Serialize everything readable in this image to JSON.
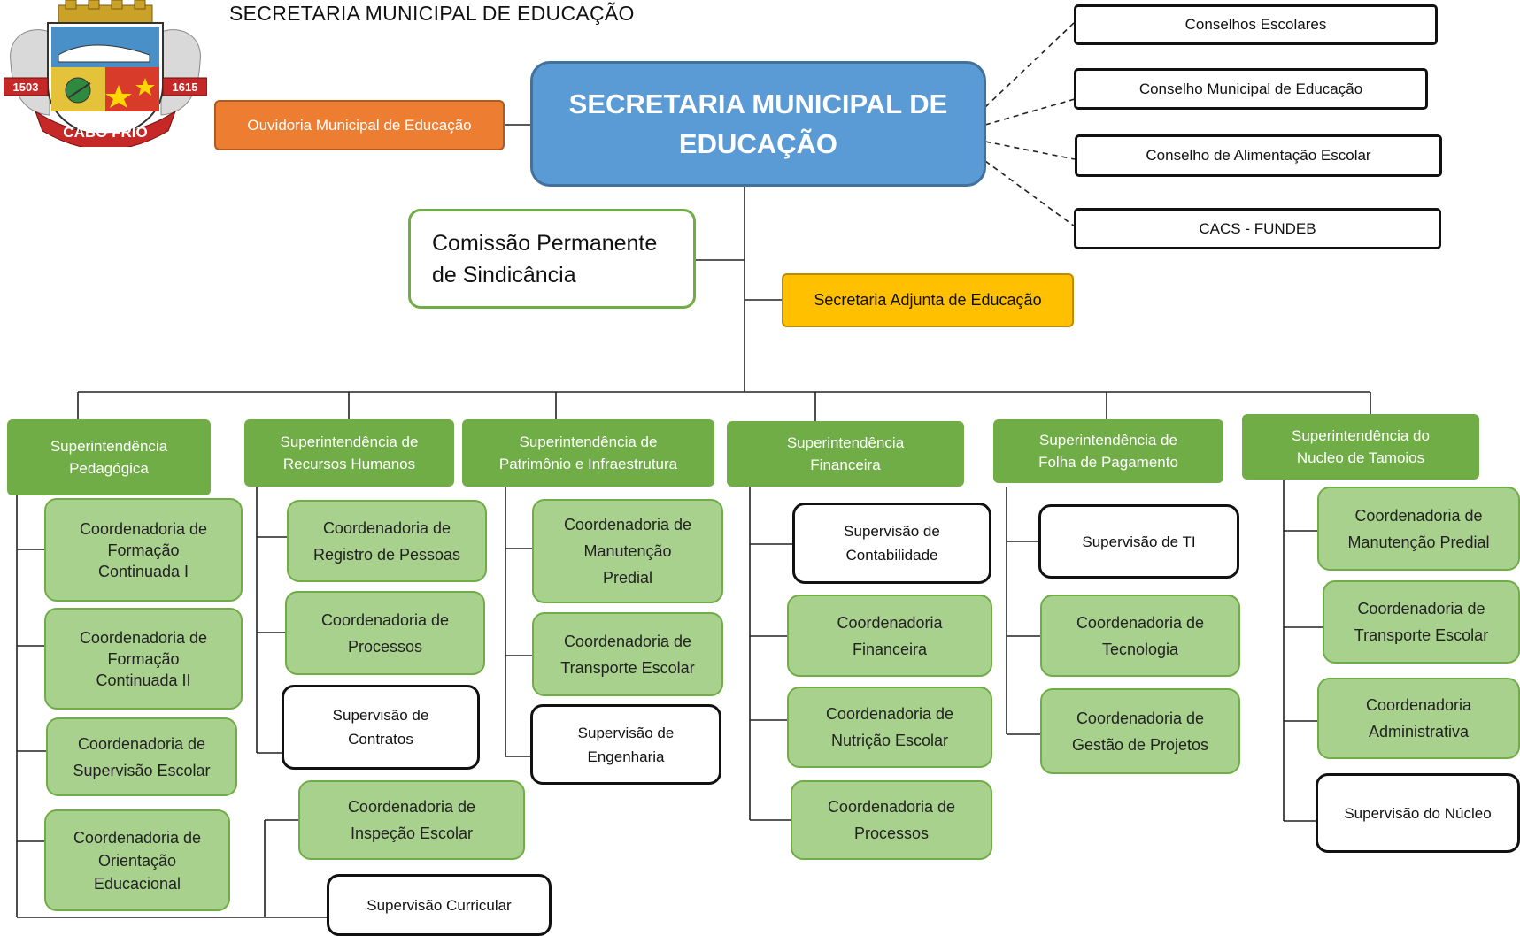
{
  "header": {
    "title": "SECRETARIA MUNICIPAL DE  EDUCAÇÃO"
  },
  "logo": {
    "name": "brasao-cabo-frio",
    "city": "CABO FRIO",
    "year_left": "1503",
    "year_right": "1615"
  },
  "main": {
    "label": "SECRETARIA MUNICIPAL DE\nEDUCAÇÃO"
  },
  "ouvidoria": {
    "label": "Ouvidoria Municipal de Educação"
  },
  "comissao": {
    "label": "Comissão Permanente\nde Sindicância"
  },
  "adjunta": {
    "label": "Secretaria Adjunta de Educação"
  },
  "conselhos": [
    {
      "label": "Conselhos Escolares"
    },
    {
      "label": "Conselho Municipal de Educação"
    },
    {
      "label": "Conselho de Alimentação Escolar"
    },
    {
      "label": "CACS - FUNDEB"
    }
  ],
  "superintendencias": [
    {
      "label": "Superintendência\nPedagógica",
      "children": [
        {
          "label": "Coordenadoria de\nFormação\nContinuada I",
          "kind": "green"
        },
        {
          "label": "Coordenadoria de\nFormação\nContinuada II",
          "kind": "green"
        },
        {
          "label": "Coordenadoria de\nSupervisão Escolar",
          "kind": "green"
        },
        {
          "label": "Coordenadoria de\nOrientação\nEducacional",
          "kind": "green"
        },
        {
          "label": "Coordenadoria de\nInspeção Escolar",
          "kind": "green"
        },
        {
          "label": "Supervisão Curricular",
          "kind": "white"
        }
      ]
    },
    {
      "label": "Superintendência de\nRecursos Humanos",
      "children": [
        {
          "label": "Coordenadoria de\nRegistro de Pessoas",
          "kind": "green"
        },
        {
          "label": "Coordenadoria de\nProcessos",
          "kind": "green"
        },
        {
          "label": "Supervisão de\nContratos",
          "kind": "white"
        }
      ]
    },
    {
      "label": "Superintendência de\nPatrimônio e  Infraestrutura",
      "children": [
        {
          "label": "Coordenadoria de\nManutenção\nPredial",
          "kind": "green"
        },
        {
          "label": "Coordenadoria de\nTransporte Escolar",
          "kind": "green"
        },
        {
          "label": "Supervisão de\nEngenharia",
          "kind": "white"
        }
      ]
    },
    {
      "label": "Superintendência\nFinanceira",
      "children": [
        {
          "label": "Supervisão de\nContabilidade",
          "kind": "white"
        },
        {
          "label": "Coordenadoria\nFinanceira",
          "kind": "green"
        },
        {
          "label": "Coordenadoria de\nNutrição Escolar",
          "kind": "green"
        },
        {
          "label": "Coordenadoria de\nProcessos",
          "kind": "green"
        }
      ]
    },
    {
      "label": "Superintendência de\nFolha de Pagamento",
      "children": [
        {
          "label": "Supervisão de TI",
          "kind": "white"
        },
        {
          "label": "Coordenadoria de\nTecnologia",
          "kind": "green"
        },
        {
          "label": "Coordenadoria de\nGestão de Projetos",
          "kind": "green"
        }
      ]
    },
    {
      "label": "Superintendência do\nNucleo de Tamoios",
      "children": [
        {
          "label": "Coordenadoria de\nManutenção Predial",
          "kind": "green"
        },
        {
          "label": "Coordenadoria de\nTransporte Escolar",
          "kind": "green"
        },
        {
          "label": "Coordenadoria\nAdministrativa",
          "kind": "green"
        },
        {
          "label": "Supervisão do Núcleo",
          "kind": "white"
        }
      ]
    }
  ]
}
